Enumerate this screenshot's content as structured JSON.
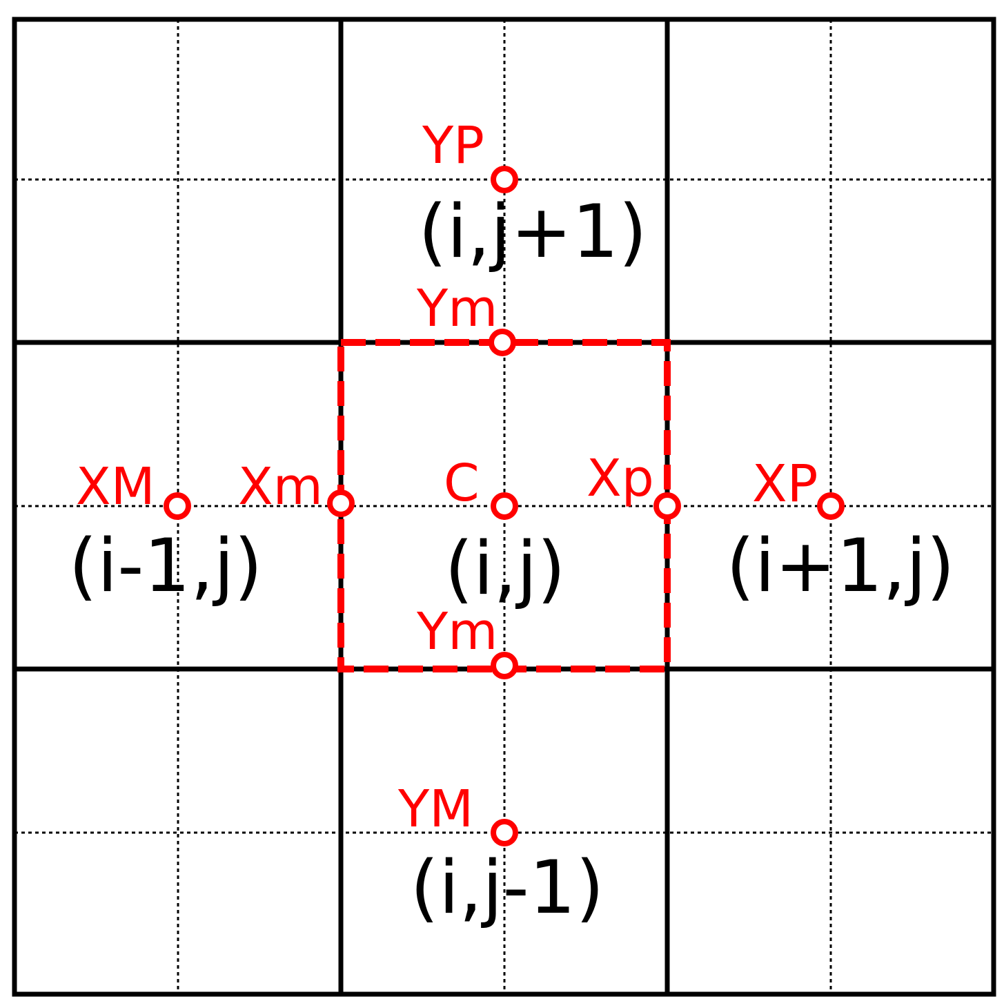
{
  "colors": {
    "grid": "#000000",
    "highlight": "#ff0000",
    "background": "#ffffff"
  },
  "cells": [
    {
      "id": "center",
      "label": "(i,j)"
    },
    {
      "id": "top",
      "label": "(i,j+1)"
    },
    {
      "id": "bottom",
      "label": "(i,j-1)"
    },
    {
      "id": "left",
      "label": "(i-1,j)"
    },
    {
      "id": "right",
      "label": "(i+1,j)"
    }
  ],
  "points": [
    {
      "id": "c",
      "label": "C"
    },
    {
      "id": "yp",
      "label": "YP"
    },
    {
      "id": "ym-top",
      "label": "Ym"
    },
    {
      "id": "ym-bottom",
      "label": "Ym"
    },
    {
      "id": "ym-far",
      "label": "YM"
    },
    {
      "id": "xm-far",
      "label": "XM"
    },
    {
      "id": "xm",
      "label": "Xm"
    },
    {
      "id": "xp",
      "label": "Xp"
    },
    {
      "id": "xp-far",
      "label": "XP"
    }
  ]
}
